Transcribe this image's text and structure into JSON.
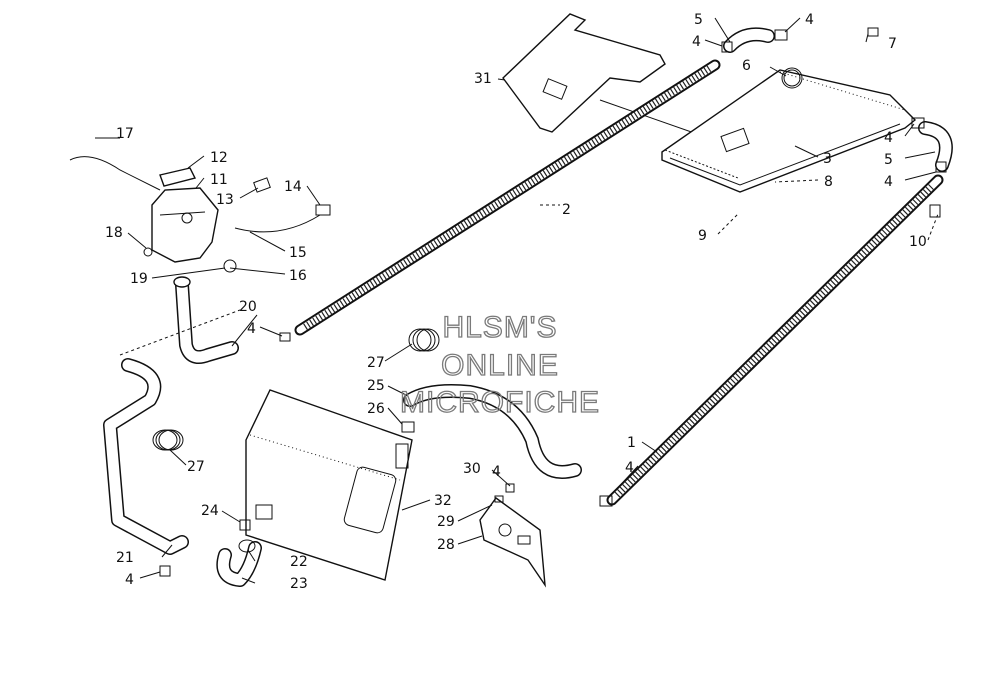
{
  "watermark": {
    "lines": [
      "HLSM'S",
      "ONLINE",
      "MICROFICHE"
    ]
  },
  "callouts": [
    "1",
    "2",
    "3",
    "4",
    "4",
    "4",
    "4",
    "4",
    "4",
    "4",
    "4",
    "5",
    "5",
    "6",
    "7",
    "8",
    "9",
    "10",
    "11",
    "12",
    "13",
    "14",
    "15",
    "16",
    "17",
    "18",
    "19",
    "20",
    "21",
    "22",
    "23",
    "24",
    "25",
    "26",
    "27",
    "27",
    "28",
    "29",
    "30",
    "31",
    "32"
  ]
}
